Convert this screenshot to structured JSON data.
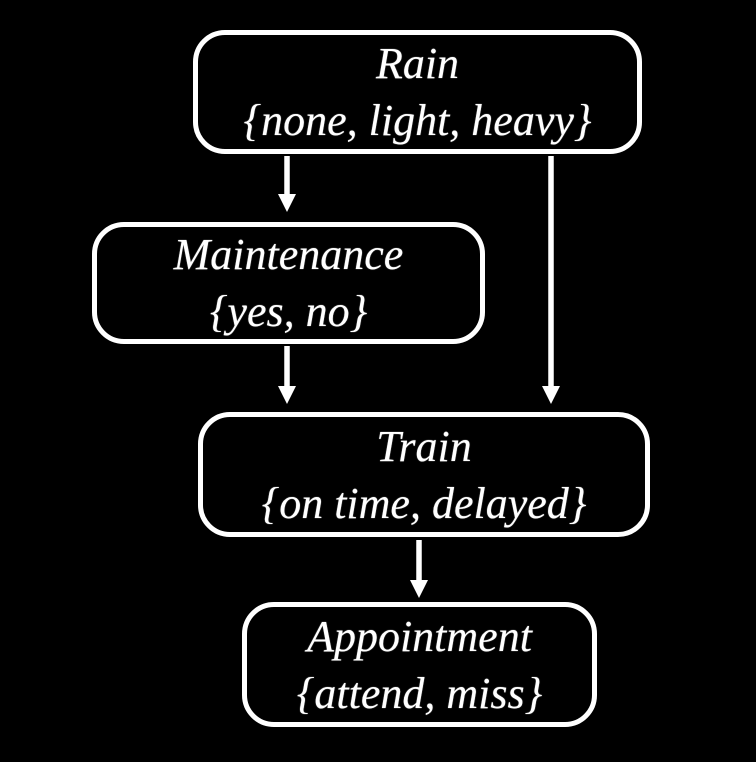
{
  "diagram": {
    "type": "bayesian-network",
    "background_color": "#000000",
    "node_border_color": "#ffffff",
    "node_fill_color": "#000000",
    "text_color": "#ffffff",
    "arrow_color": "#ffffff",
    "nodes": [
      {
        "id": "rain",
        "label": "Rain",
        "states": "{none, light, heavy}"
      },
      {
        "id": "maintenance",
        "label": "Maintenance",
        "states": "{yes, no}"
      },
      {
        "id": "train",
        "label": "Train",
        "states": "{on time, delayed}"
      },
      {
        "id": "appointment",
        "label": "Appointment",
        "states": "{attend, miss}"
      }
    ],
    "edges": [
      {
        "from": "Rain",
        "to": "Maintenance"
      },
      {
        "from": "Rain",
        "to": "Train"
      },
      {
        "from": "Maintenance",
        "to": "Train"
      },
      {
        "from": "Train",
        "to": "Appointment"
      }
    ]
  }
}
